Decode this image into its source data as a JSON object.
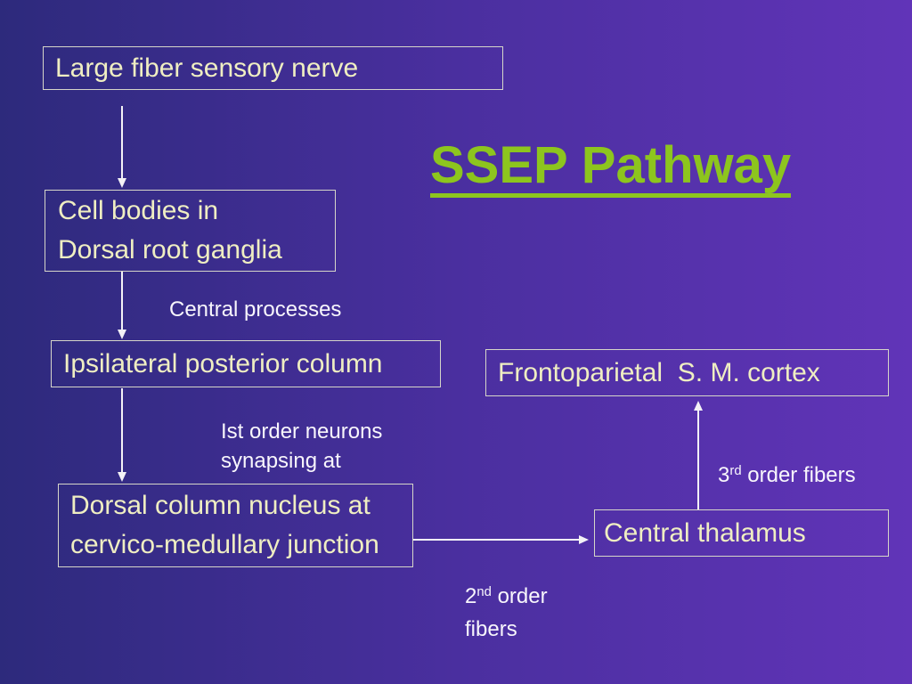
{
  "slide": {
    "title": "SSEP Pathway",
    "colors": {
      "background_left": "#2d2a7c",
      "background_mid": "#4a2f9f",
      "background_right": "#6134b8",
      "title_green": "#8dc51e",
      "box_text": "#efeec2",
      "box_border": "#d6d6c9",
      "label_text": "#f8f6fc",
      "arrow": "#f3f2f6"
    }
  },
  "boxes": {
    "large_fiber": {
      "line1": "Large fiber sensory nerve"
    },
    "cell_bodies": {
      "line1": "Cell bodies in",
      "line2": "Dorsal root ganglia"
    },
    "ipsilateral": {
      "line1": "Ipsilateral posterior column"
    },
    "dorsal_column": {
      "line1": "Dorsal column nucleus at",
      "line2": "cervico-medullary junction"
    },
    "central_thalamus": {
      "line1": "Central thalamus"
    },
    "frontoparietal": {
      "line1": "Frontoparietal  S. M. cortex"
    }
  },
  "labels": {
    "central_processes": {
      "text": "Central processes"
    },
    "first_order": {
      "line1": "Ist order neurons",
      "line2": "synapsing at"
    },
    "second_order": {
      "num": "2",
      "sup": "nd",
      "rest": " order",
      "line2": "fibers"
    },
    "third_order": {
      "num": "3",
      "sup": "rd",
      "rest": " order fibers"
    }
  }
}
